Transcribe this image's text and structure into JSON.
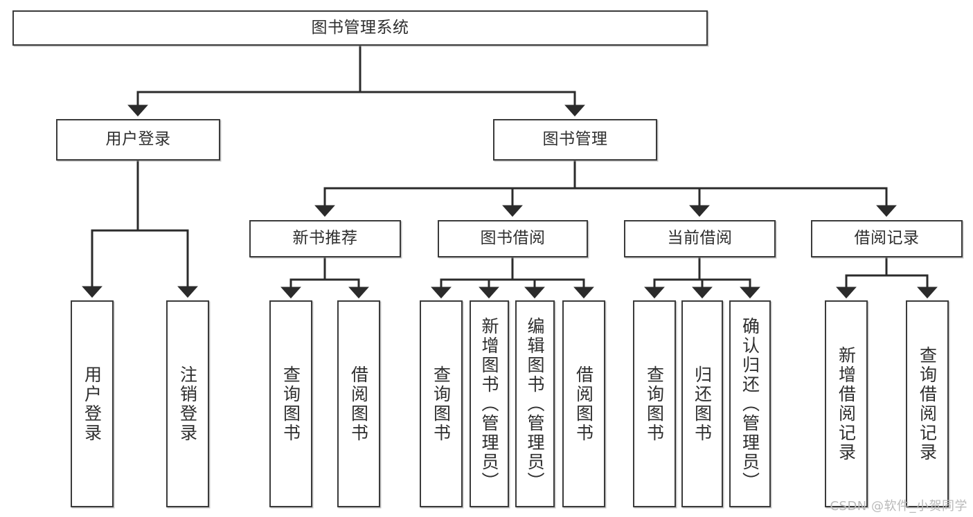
{
  "diagram": {
    "title": "图书管理系统",
    "type": "tree-hierarchy",
    "watermark": "CSDN @软件_小贺同学",
    "colors": {
      "background": "#ffffff",
      "box_border": "#3a3a3a",
      "box_fill": "#ffffff",
      "text": "#2e2e2e",
      "edge": "#2b2b2b",
      "watermark": "#b9b9b9"
    },
    "nodes": {
      "root": {
        "label": "图书管理系统"
      },
      "level1": [
        {
          "label": "用户登录"
        },
        {
          "label": "图书管理"
        }
      ],
      "level2": [
        {
          "label": "新书推荐"
        },
        {
          "label": "图书借阅"
        },
        {
          "label": "当前借阅"
        },
        {
          "label": "借阅记录"
        }
      ],
      "leaves_user_login": [
        {
          "label": "用户登录"
        },
        {
          "label": "注销登录"
        }
      ],
      "leaves_new_books": [
        {
          "label": "查询图书"
        },
        {
          "label": "借阅图书"
        }
      ],
      "leaves_borrow": [
        {
          "label": "查询图书"
        },
        {
          "label": "新增图书（管理员）"
        },
        {
          "label": "编辑图书（管理员）"
        },
        {
          "label": "借阅图书"
        }
      ],
      "leaves_current": [
        {
          "label": "查询图书"
        },
        {
          "label": "归还图书"
        },
        {
          "label": "确认归还（管理员）"
        }
      ],
      "leaves_records": [
        {
          "label": "新增借阅记录"
        },
        {
          "label": "查询借阅记录"
        }
      ]
    }
  }
}
